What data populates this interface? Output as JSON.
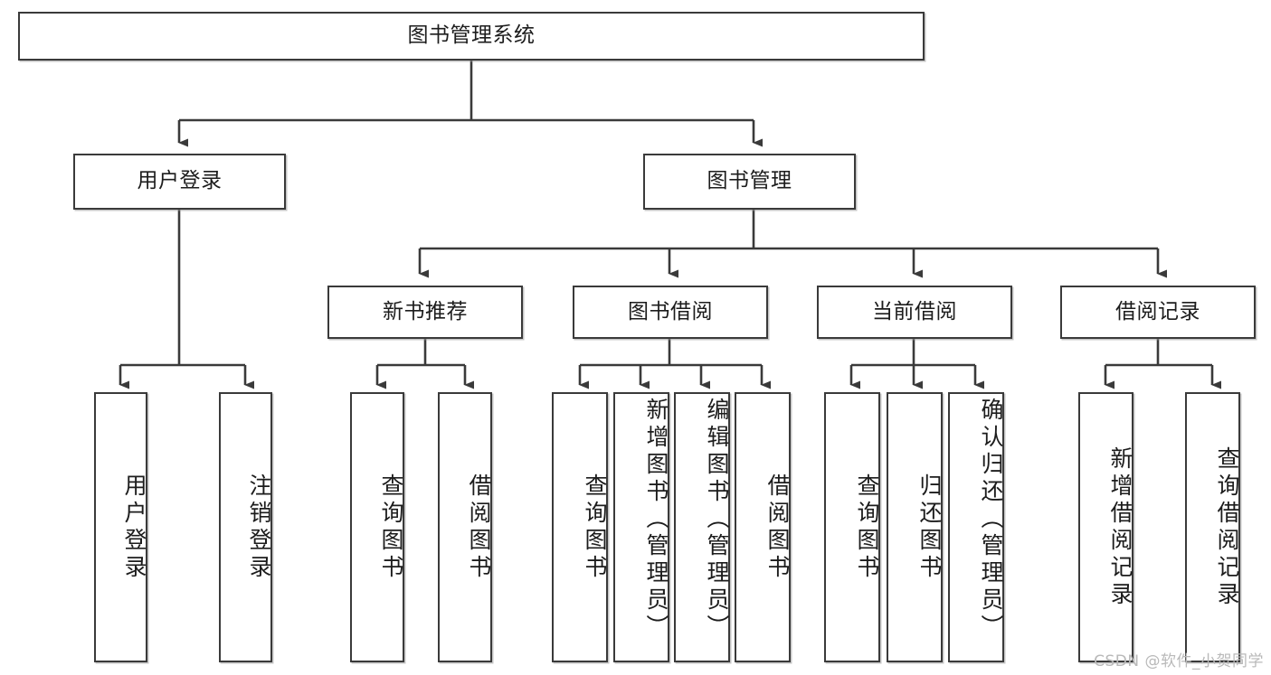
{
  "diagram": {
    "type": "tree",
    "title": "图书管理系统",
    "watermark": "CSDN @软件_小贺同学",
    "colors": {
      "box_border": "#3a3a3a",
      "box_fill": "#ffffff",
      "connector": "#3a3a3a",
      "text": "#1c1c1c",
      "watermark": "#b9b9b9"
    },
    "root": {
      "label": "图书管理系统"
    },
    "level2": [
      {
        "label": "用户登录"
      },
      {
        "label": "图书管理"
      }
    ],
    "level3": [
      {
        "label": "新书推荐"
      },
      {
        "label": "图书借阅"
      },
      {
        "label": "当前借阅"
      },
      {
        "label": "借阅记录"
      }
    ],
    "leaves": {
      "user_login": [
        {
          "label": "用户登录"
        },
        {
          "label": "注销登录"
        }
      ],
      "new_book_recommend": [
        {
          "label": "查询图书"
        },
        {
          "label": "借阅图书"
        }
      ],
      "book_borrow": [
        {
          "label": "查询图书"
        },
        {
          "label": "新增图书（管理员）"
        },
        {
          "label": "编辑图书（管理员）"
        },
        {
          "label": "借阅图书"
        }
      ],
      "current_borrow": [
        {
          "label": "查询图书"
        },
        {
          "label": "归还图书"
        },
        {
          "label": "确认归还（管理员）"
        }
      ],
      "borrow_record": [
        {
          "label": "新增借阅记录"
        },
        {
          "label": "查询借阅记录"
        }
      ]
    }
  }
}
